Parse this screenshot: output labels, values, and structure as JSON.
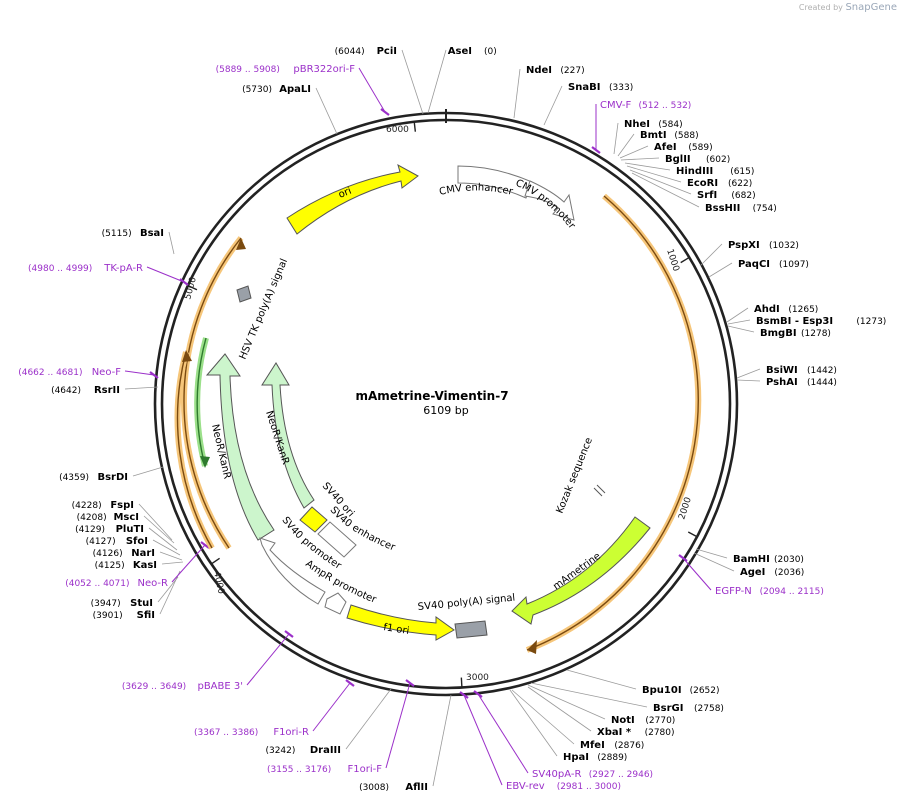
{
  "branding": {
    "created_by": "Created by",
    "app": "SnapGene"
  },
  "plasmid": {
    "name": "mAmetrine-Vimentin-7",
    "size": "6109 bp",
    "length": 6109
  },
  "ticks": [
    {
      "bp": 1000,
      "label": "1000"
    },
    {
      "bp": 2000,
      "label": "2000"
    },
    {
      "bp": 3000,
      "label": "3000"
    },
    {
      "bp": 4000,
      "label": "4000"
    },
    {
      "bp": 5000,
      "label": "5000"
    },
    {
      "bp": 6000,
      "label": "6000"
    }
  ],
  "enzymes": [
    {
      "name": "PciI",
      "pos": "(6044)"
    },
    {
      "name": "AseI",
      "pos": "(0)"
    },
    {
      "name": "NdeI",
      "pos": "(227)"
    },
    {
      "name": "SnaBI",
      "pos": "(333)"
    },
    {
      "name": "NheI",
      "pos": "(584)"
    },
    {
      "name": "BmtI",
      "pos": "(588)"
    },
    {
      "name": "AfeI",
      "pos": "(589)"
    },
    {
      "name": "BglII",
      "pos": "(602)"
    },
    {
      "name": "HindIII",
      "pos": "(615)"
    },
    {
      "name": "EcoRI",
      "pos": "(622)"
    },
    {
      "name": "SrfI",
      "pos": "(682)"
    },
    {
      "name": "BssHII",
      "pos": "(754)"
    },
    {
      "name": "PspXI",
      "pos": "(1032)"
    },
    {
      "name": "PaqCI",
      "pos": "(1097)"
    },
    {
      "name": "AhdI",
      "pos": "(1265)"
    },
    {
      "name": "BsmBI  - Esp3I",
      "pos": "(1273)"
    },
    {
      "name": "BmgBI",
      "pos": "(1278)"
    },
    {
      "name": "BsiWI",
      "pos": "(1442)"
    },
    {
      "name": "PshAI",
      "pos": "(1444)"
    },
    {
      "name": "BamHI",
      "pos": "(2030)"
    },
    {
      "name": "AgeI",
      "pos": "(2036)"
    },
    {
      "name": "Bpu10I",
      "pos": "(2652)"
    },
    {
      "name": "BsrGI",
      "pos": "(2758)"
    },
    {
      "name": "NotI",
      "pos": "(2770)"
    },
    {
      "name": "XbaI *",
      "pos": "(2780)"
    },
    {
      "name": "MfeI",
      "pos": "(2876)"
    },
    {
      "name": "HpaI",
      "pos": "(2889)"
    },
    {
      "name": "AflII",
      "pos": "(3008)"
    },
    {
      "name": "DraIII",
      "pos": "(3242)"
    },
    {
      "name": "StuI",
      "pos": "(3947)"
    },
    {
      "name": "SfiI",
      "pos": "(3901)"
    },
    {
      "name": "KasI",
      "pos": "(4125)"
    },
    {
      "name": "NarI",
      "pos": "(4126)"
    },
    {
      "name": "SfoI",
      "pos": "(4127)"
    },
    {
      "name": "PluTI",
      "pos": "(4129)"
    },
    {
      "name": "MscI",
      "pos": "(4208)"
    },
    {
      "name": "FspI",
      "pos": "(4228)"
    },
    {
      "name": "BsrDI",
      "pos": "(4359)"
    },
    {
      "name": "RsrII",
      "pos": "(4642)"
    },
    {
      "name": "BsaI",
      "pos": "(5115)"
    },
    {
      "name": "ApaLI",
      "pos": "(5730)"
    }
  ],
  "primers": [
    {
      "name": "pBR322ori-F",
      "range": "(5889 .. 5908)"
    },
    {
      "name": "CMV-F",
      "range": "(512 .. 532)"
    },
    {
      "name": "TK-pA-R",
      "range": "(4980 .. 4999)"
    },
    {
      "name": "Neo-F",
      "range": "(4662 .. 4681)"
    },
    {
      "name": "Neo-R",
      "range": "(4052 .. 4071)"
    },
    {
      "name": "EGFP-N",
      "range": "(2094 .. 2115)"
    },
    {
      "name": "pBABE 3'",
      "range": "(3629 .. 3649)"
    },
    {
      "name": "F1ori-R",
      "range": "(3367 .. 3386)"
    },
    {
      "name": "F1ori-F",
      "range": "(3155 .. 3176)"
    },
    {
      "name": "SV40pA-R",
      "range": "(2927 .. 2946)"
    },
    {
      "name": "EBV-rev",
      "range": "(2981 .. 3000)"
    }
  ],
  "features": [
    {
      "name": "ori",
      "color": "#ffff00"
    },
    {
      "name": "CMV enhancer",
      "color": "#ffffff"
    },
    {
      "name": "CMV promoter",
      "color": "#ffffff"
    },
    {
      "name": "HSV TK poly(A) signal",
      "color": "#9aa0a8"
    },
    {
      "name": "NeoR/KanR",
      "color": "#ccf5cc"
    },
    {
      "name": "NeoR/KanR",
      "color": "#ccf5cc"
    },
    {
      "name": "SV40 ori",
      "color": "#ffff00"
    },
    {
      "name": "SV40 enhancer",
      "color": "#ffffff"
    },
    {
      "name": "SV40 promoter",
      "color": "#ffffff"
    },
    {
      "name": "AmpR promoter",
      "color": "#ffffff"
    },
    {
      "name": "f1 ori",
      "color": "#ffff00"
    },
    {
      "name": "SV40 poly(A) signal",
      "color": "#9aa0a8"
    },
    {
      "name": "mAmetrine",
      "color": "#ccff33"
    },
    {
      "name": "Kozak sequence",
      "color": "#ffffff"
    }
  ],
  "colors": {
    "backbone": "#222222",
    "enzyme_text": "#000000",
    "primer": "#9b30c9",
    "orf": "#f0a030",
    "orf_green": "#2e9a2e"
  }
}
